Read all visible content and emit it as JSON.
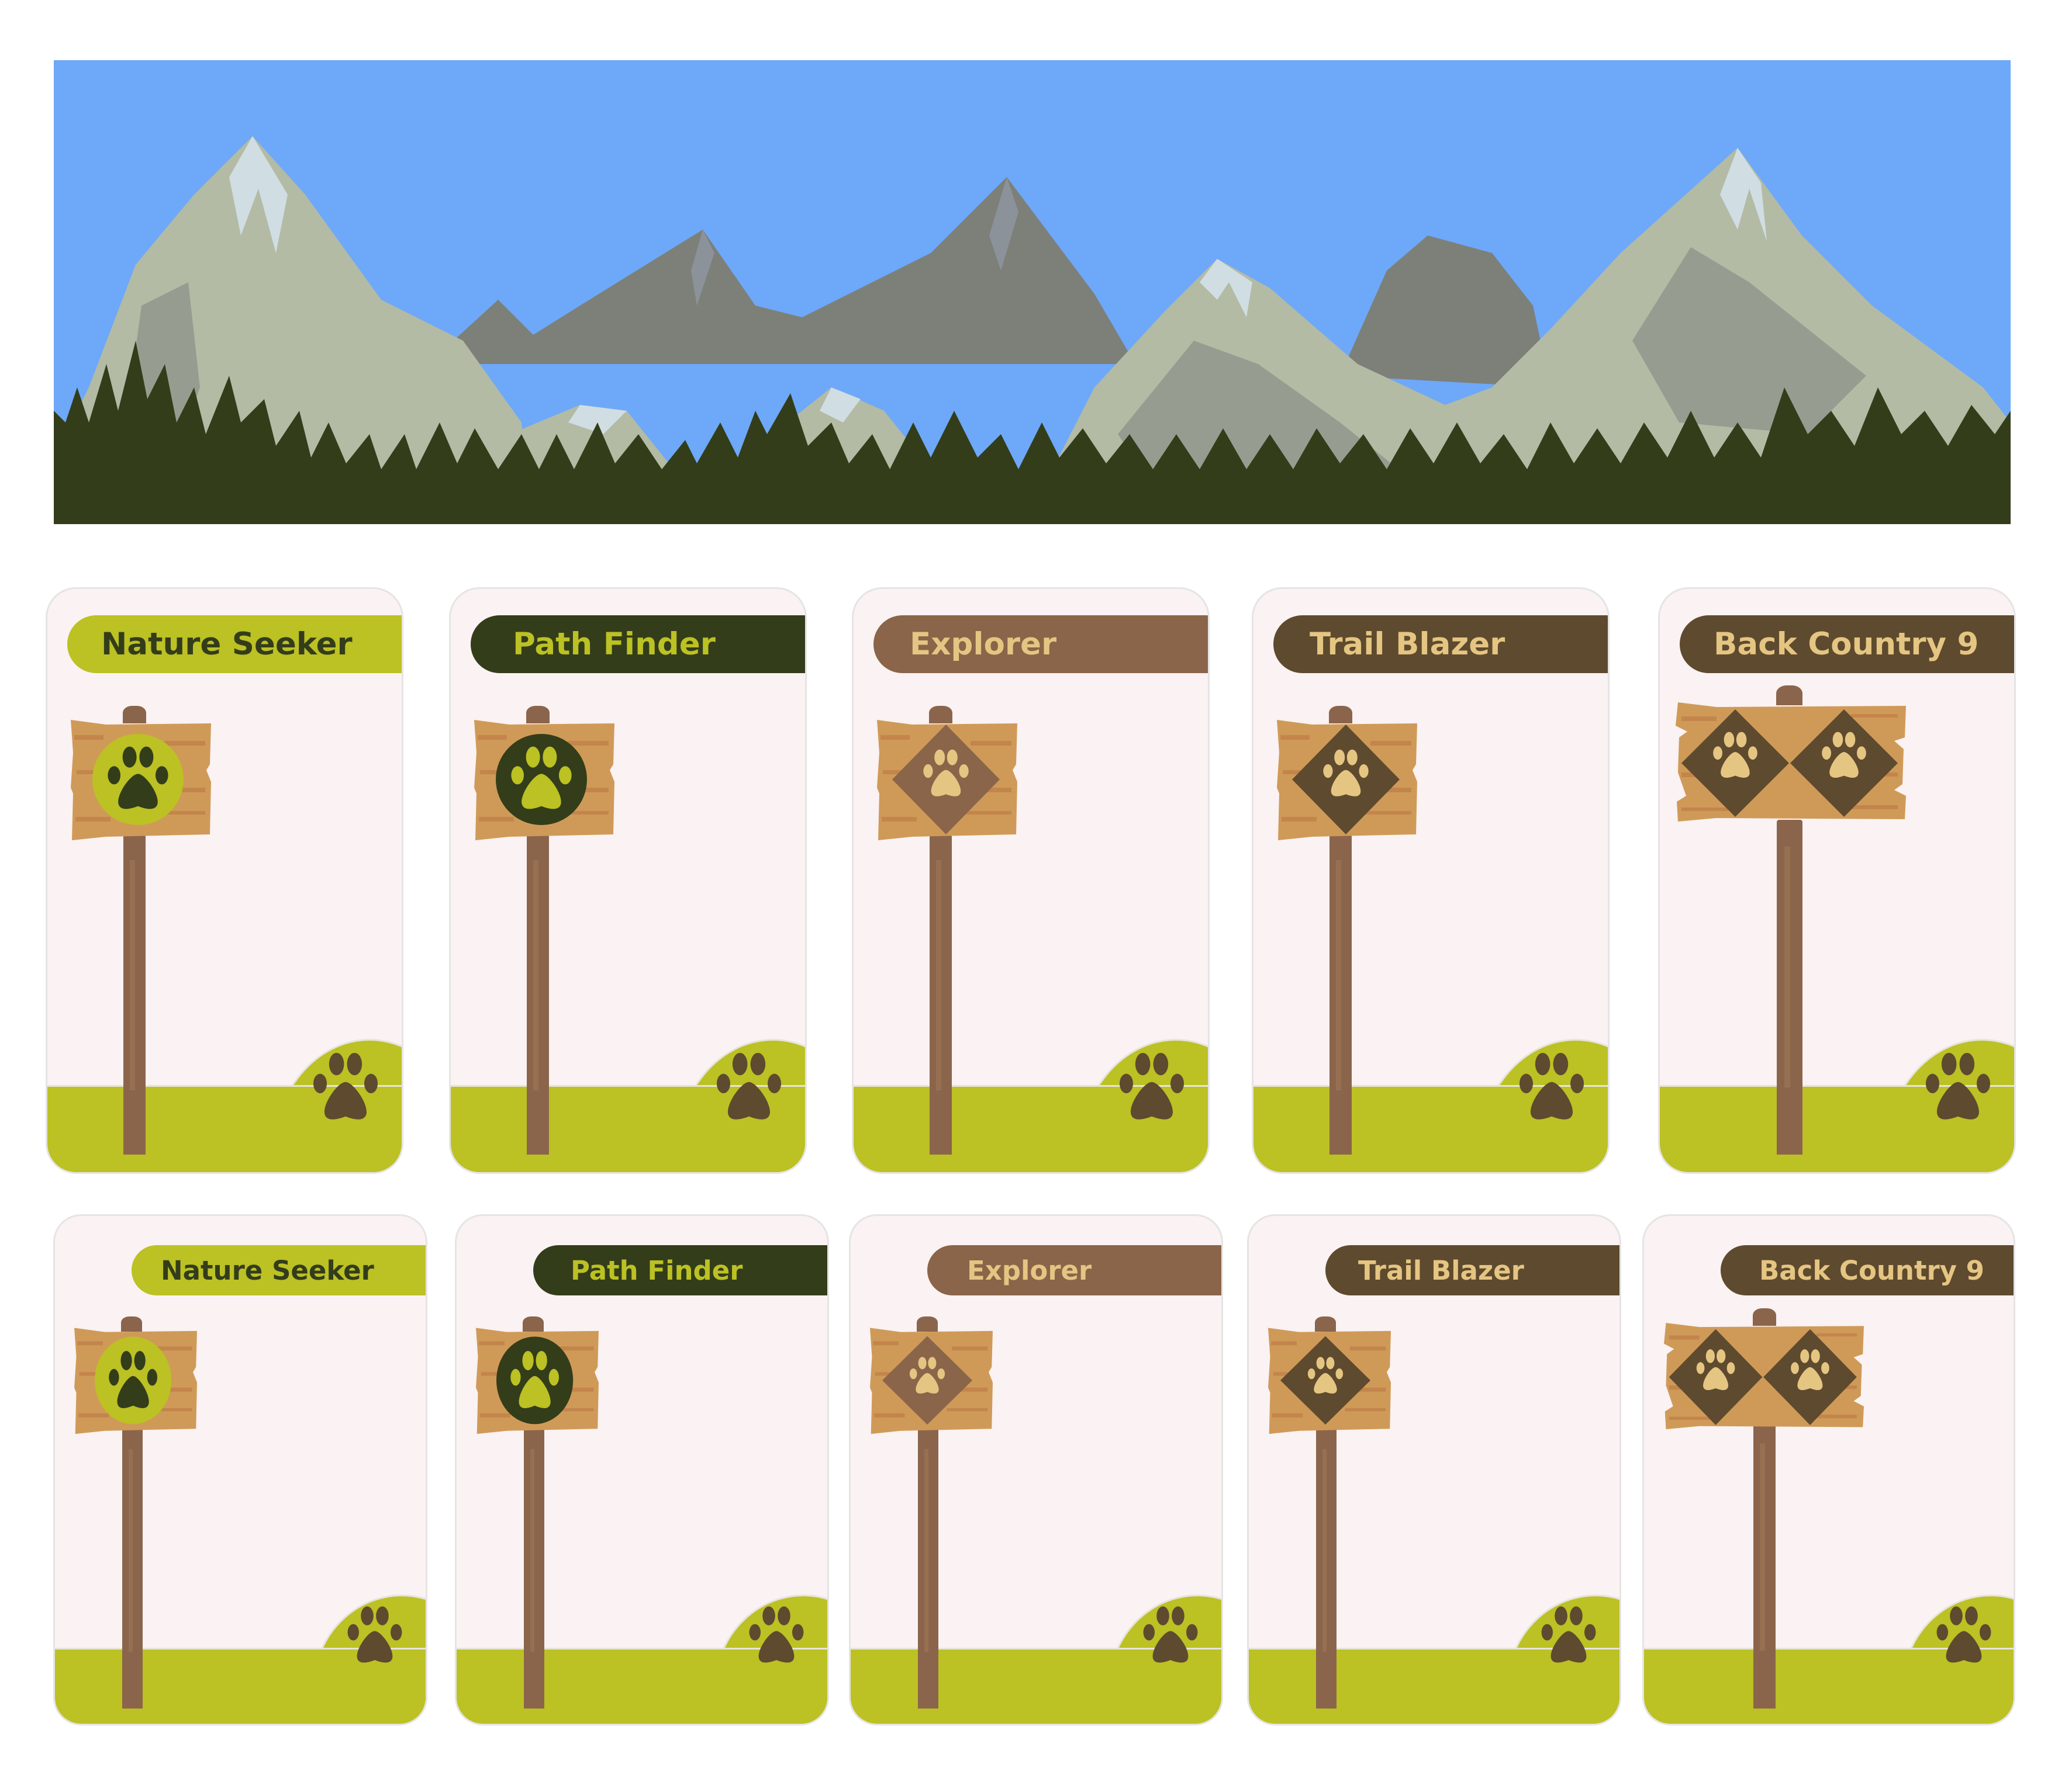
{
  "scene": {
    "colors": {
      "sky": "#6EA8F8",
      "mountain_light": "#B3BBA5",
      "mountain_mid": "#969D90",
      "mountain_dark": "#7C8078",
      "snow": "#D0DDE3",
      "forest": "#333D1A"
    }
  },
  "colors": {
    "card_bg": "#FAF2F3",
    "card_border": "#E6E4E4",
    "grass": "#BCC124",
    "ground_paw": "#5E4A2E",
    "post": "#8B654B",
    "wood": "#CF9A58",
    "wood_dark": "#C08048",
    "cream": "#E5C582"
  },
  "levels": [
    {
      "id": "nature-seeker",
      "label": "Nature Seeker",
      "banner_bg": "#BCC124",
      "banner_fg": "#333D1A",
      "badge": "circle",
      "badge_bg": "#BCC124",
      "badge_paw": "#333D1A",
      "badge_count": 1
    },
    {
      "id": "path-finder",
      "label": "Path Finder",
      "banner_bg": "#333D1A",
      "banner_fg": "#BCC124",
      "badge": "circle",
      "badge_bg": "#333D1A",
      "badge_paw": "#BCC124",
      "badge_count": 1
    },
    {
      "id": "explorer",
      "label": "Explorer",
      "banner_bg": "#8A6549",
      "banner_fg": "#E5C582",
      "badge": "diamond",
      "badge_bg": "#8A6549",
      "badge_paw": "#E5C582",
      "badge_count": 1
    },
    {
      "id": "trail-blazer",
      "label": "Trail Blazer",
      "banner_bg": "#5E4A2E",
      "banner_fg": "#E5C582",
      "badge": "diamond",
      "badge_bg": "#5E4A2E",
      "badge_paw": "#E5C582",
      "badge_count": 1
    },
    {
      "id": "back-country-9",
      "label": "Back Country 9",
      "banner_bg": "#5E4A2E",
      "banner_fg": "#E5C582",
      "badge": "diamond",
      "badge_bg": "#5E4A2E",
      "badge_paw": "#E5C582",
      "badge_count": 2
    }
  ],
  "rows": [
    {
      "variant": "large",
      "cards": [
        {
          "label": "Nature Seeker"
        },
        {
          "label": "Path Finder"
        },
        {
          "label": "Explorer"
        },
        {
          "label": "Trail Blazer"
        },
        {
          "label": "Back Country 9"
        }
      ]
    },
    {
      "variant": "small",
      "cards": [
        {
          "label": "Nature Seeker"
        },
        {
          "label": "Path Finder"
        },
        {
          "label": "Explorer"
        },
        {
          "label": "Trail Blazer"
        },
        {
          "label": "Back Country 9"
        }
      ]
    }
  ]
}
